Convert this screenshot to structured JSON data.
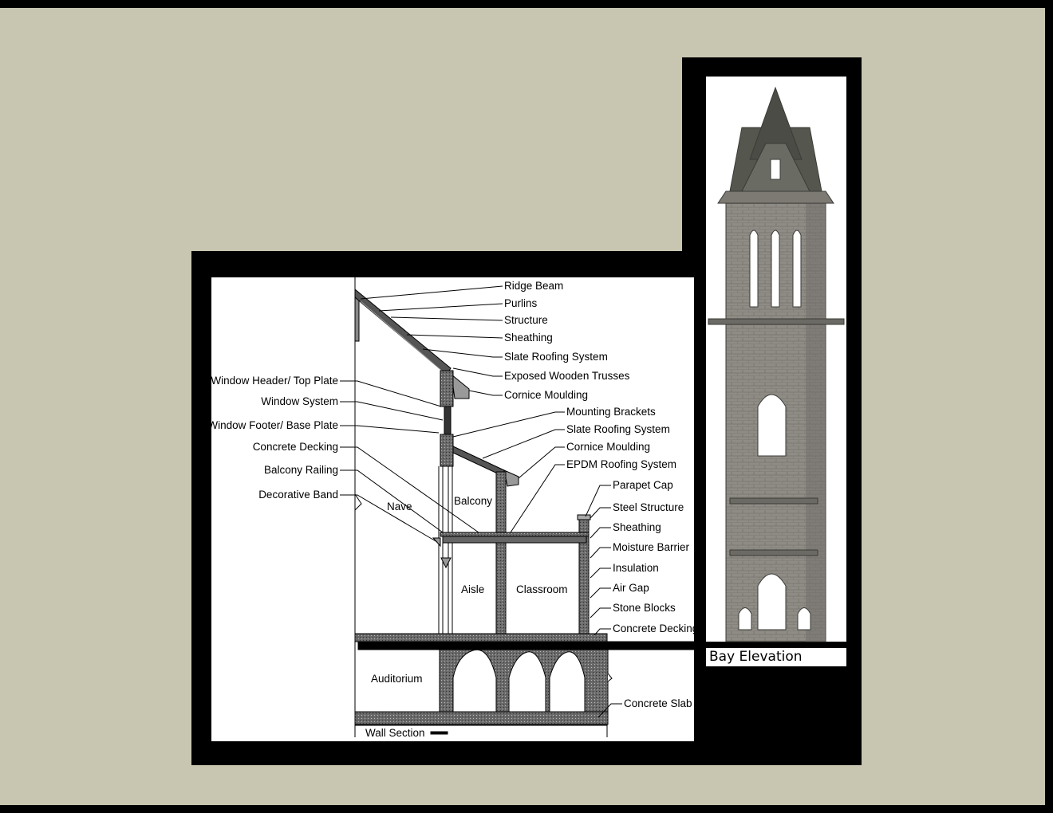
{
  "wall_section": {
    "title": "Wall Section",
    "roof_labels": [
      "Ridge Beam",
      "Purlins",
      "Structure",
      "Sheathing",
      "Slate Roofing System",
      "Exposed Wooden Trusses",
      "Cornice Moulding"
    ],
    "balcony_roof_labels": [
      "Mounting Brackets",
      "Slate Roofing System",
      "Cornice Moulding",
      "EPDM Roofing System"
    ],
    "wall_labels": [
      "Parapet Cap",
      "Steel Structure",
      "Sheathing",
      "Moisture Barrier",
      "Insulation",
      "Air Gap",
      "Stone Blocks",
      "Concrete Decking"
    ],
    "slab_label": "Concrete Slab",
    "left_labels": [
      "Window Header/ Top Plate",
      "Window System",
      "Window Footer/ Base Plate",
      "Concrete Decking",
      "Balcony Railing",
      "Decorative Band"
    ],
    "rooms": {
      "nave": "Nave",
      "balcony": "Balcony",
      "aisle": "Aisle",
      "classroom": "Classroom",
      "auditorium": "Auditorium"
    }
  },
  "bay_elevation": {
    "title": "Bay Elevation"
  },
  "colors": {
    "background": "#c8c6b0",
    "panel": "#000000",
    "stone": "#8e8b85",
    "roof": "#55574f"
  }
}
